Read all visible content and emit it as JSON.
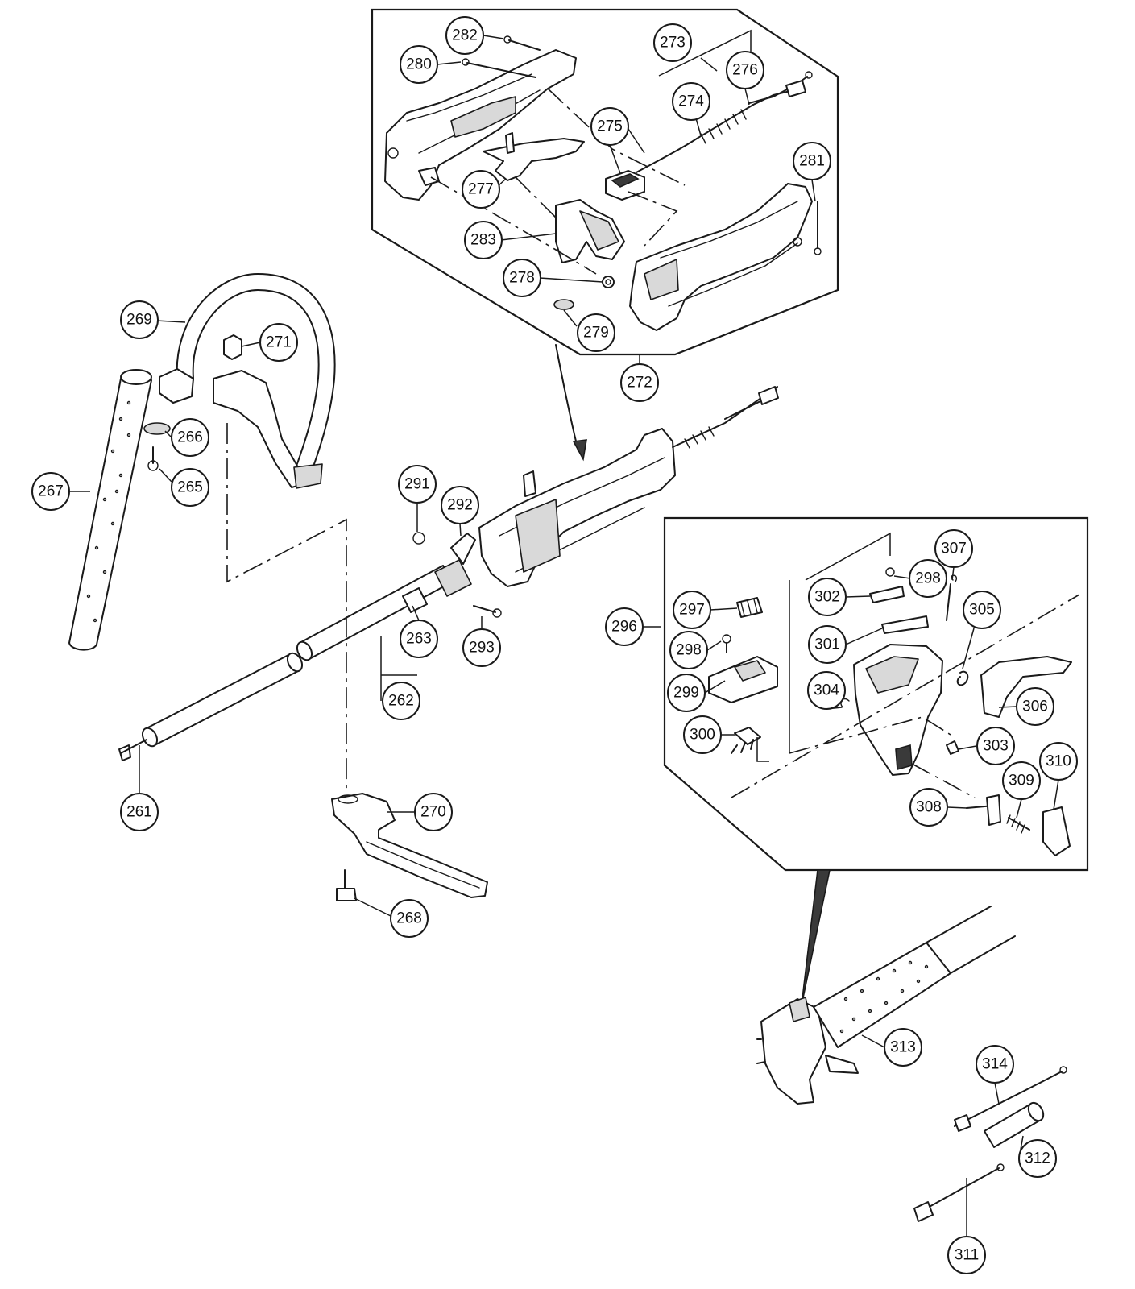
{
  "callouts": [
    {
      "id": "c261",
      "label": "261"
    },
    {
      "id": "c262",
      "label": "262"
    },
    {
      "id": "c263",
      "label": "263"
    },
    {
      "id": "c265",
      "label": "265"
    },
    {
      "id": "c266",
      "label": "266"
    },
    {
      "id": "c267",
      "label": "267"
    },
    {
      "id": "c268",
      "label": "268"
    },
    {
      "id": "c269",
      "label": "269"
    },
    {
      "id": "c270",
      "label": "270"
    },
    {
      "id": "c271",
      "label": "271"
    },
    {
      "id": "c272",
      "label": "272"
    },
    {
      "id": "c273",
      "label": "273"
    },
    {
      "id": "c274",
      "label": "274"
    },
    {
      "id": "c275",
      "label": "275"
    },
    {
      "id": "c276",
      "label": "276"
    },
    {
      "id": "c277",
      "label": "277"
    },
    {
      "id": "c278",
      "label": "278"
    },
    {
      "id": "c279",
      "label": "279"
    },
    {
      "id": "c280",
      "label": "280"
    },
    {
      "id": "c281",
      "label": "281"
    },
    {
      "id": "c282",
      "label": "282"
    },
    {
      "id": "c283",
      "label": "283"
    },
    {
      "id": "c291",
      "label": "291"
    },
    {
      "id": "c292",
      "label": "292"
    },
    {
      "id": "c293",
      "label": "293"
    },
    {
      "id": "c296",
      "label": "296"
    },
    {
      "id": "c297",
      "label": "297"
    },
    {
      "id": "c298a",
      "label": "298"
    },
    {
      "id": "c298b",
      "label": "298"
    },
    {
      "id": "c299",
      "label": "299"
    },
    {
      "id": "c300",
      "label": "300"
    },
    {
      "id": "c301",
      "label": "301"
    },
    {
      "id": "c302",
      "label": "302"
    },
    {
      "id": "c303",
      "label": "303"
    },
    {
      "id": "c304",
      "label": "304"
    },
    {
      "id": "c305",
      "label": "305"
    },
    {
      "id": "c306",
      "label": "306"
    },
    {
      "id": "c307",
      "label": "307"
    },
    {
      "id": "c308",
      "label": "308"
    },
    {
      "id": "c309",
      "label": "309"
    },
    {
      "id": "c310",
      "label": "310"
    },
    {
      "id": "c311",
      "label": "311"
    },
    {
      "id": "c312",
      "label": "312"
    },
    {
      "id": "c313",
      "label": "313"
    },
    {
      "id": "c314",
      "label": "314"
    }
  ]
}
